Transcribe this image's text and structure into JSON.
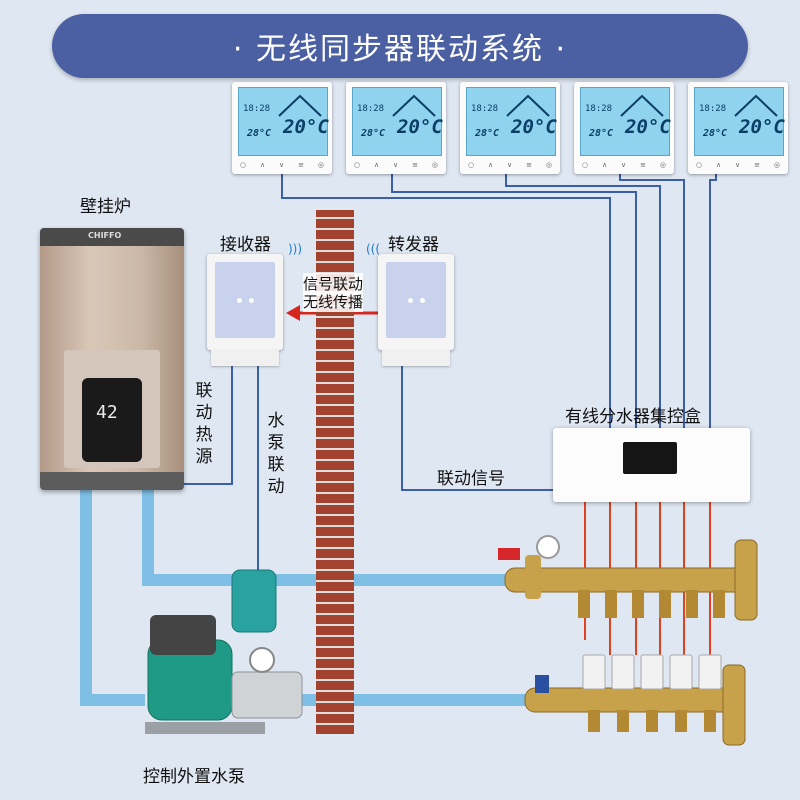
{
  "title": "· 无线同步器联动系统 ·",
  "thermostats": [
    {
      "time": "18:28",
      "temp": "20°C",
      "small": "28°C"
    },
    {
      "time": "18:28",
      "temp": "20°C",
      "small": "28°C"
    },
    {
      "time": "18:28",
      "temp": "20°C",
      "small": "28°C"
    },
    {
      "time": "18:28",
      "temp": "20°C",
      "small": "28°C"
    },
    {
      "time": "18:28",
      "temp": "20°C",
      "small": "28°C"
    }
  ],
  "boiler": {
    "label": "壁挂炉",
    "brand": "CHIFFO",
    "display": "42"
  },
  "receiver": {
    "label": "接收器"
  },
  "repeater": {
    "label": "转发器"
  },
  "wireless": {
    "line1": "信号联动",
    "line2": "无线传播"
  },
  "link_heat": "联动热源",
  "pump_link": "水泵联动",
  "control_box": {
    "label": "有线分水器集控盒",
    "signal": "联动信号"
  },
  "pump": {
    "label": "控制外置水泵"
  },
  "colors": {
    "banner": "#4b5fa3",
    "pipe": "#7fbfe6",
    "wire": "#3a5ea8",
    "red_wire": "#e2411f",
    "wall": "#a3432f"
  }
}
